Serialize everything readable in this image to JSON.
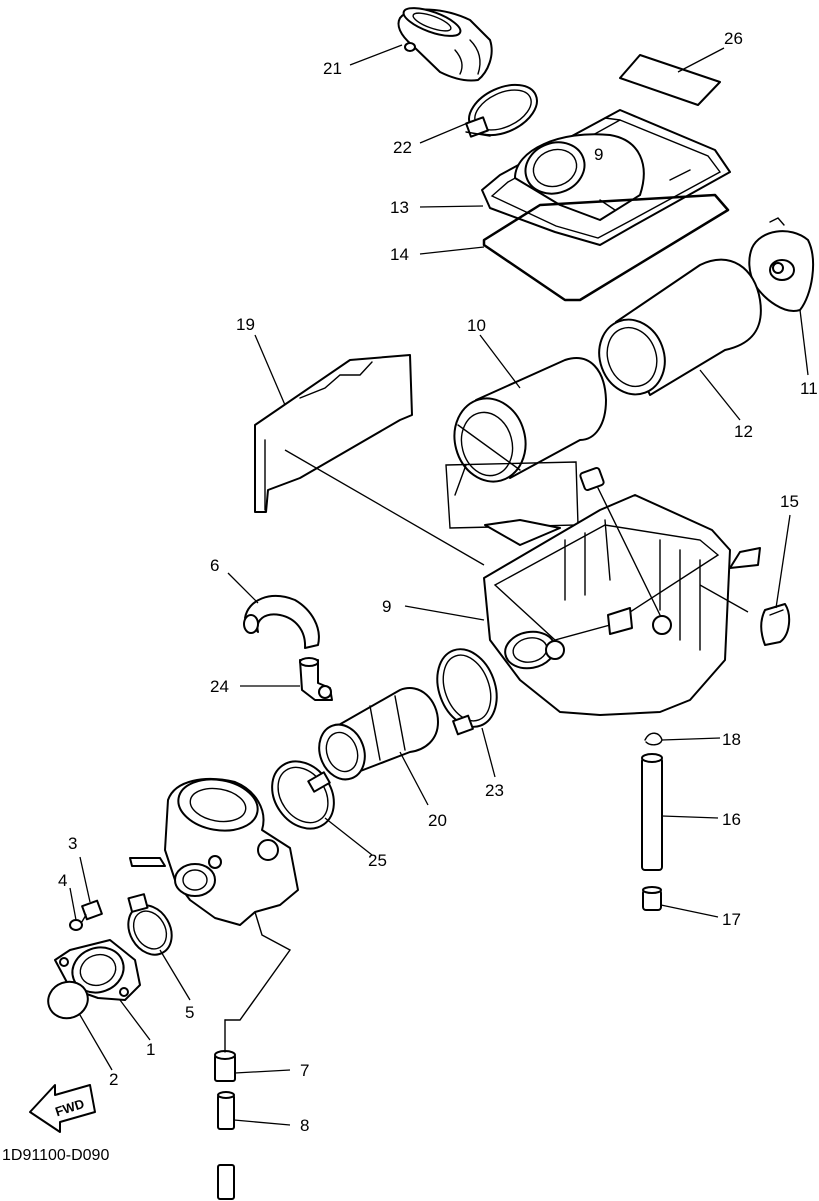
{
  "diagram_code": "1D91100-D090",
  "fwd_label": "FWD",
  "callouts": {
    "c1": "1",
    "c2": "2",
    "c3": "3",
    "c4": "4",
    "c5": "5",
    "c6": "6",
    "c7": "7",
    "c8": "8",
    "c9": "9",
    "c10": "10",
    "c11": "11",
    "c12": "12",
    "c13": "13",
    "c14": "14",
    "c15": "15",
    "c16": "16",
    "c17": "17",
    "c18": "18",
    "c19": "19",
    "c20": "20",
    "c21": "21",
    "c22": "22",
    "c23": "23",
    "c24": "24",
    "c25": "25",
    "c26": "26"
  },
  "lid_mark": "9"
}
